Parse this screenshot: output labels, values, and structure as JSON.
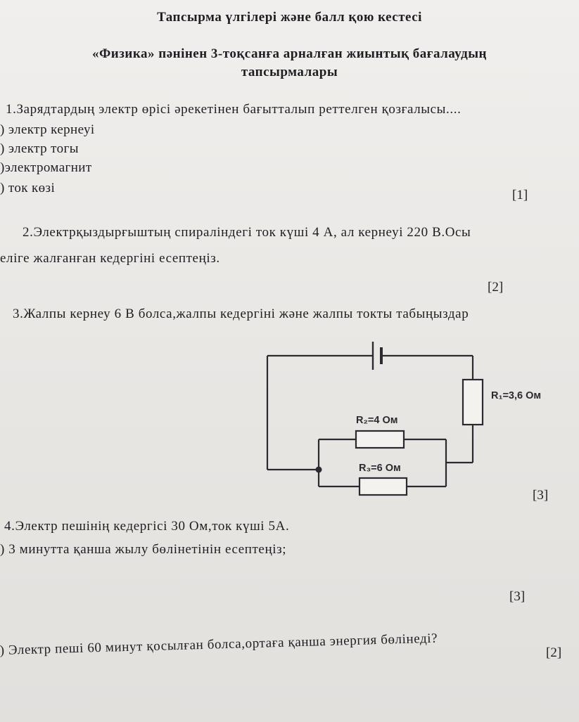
{
  "header": {
    "title": "Тапсырма үлгілері және балл қою кестесі",
    "subtitle_line1": "«Физика» пәнінен 3-тоқсанға арналған жиынтық бағалаудың",
    "subtitle_line2": "тапсырмалары"
  },
  "q1": {
    "text": "1.Зарядтардың электр өрісі әрекетінен бағытталып реттелген қозғалысы....",
    "options": [
      ") электр кернеуі",
      ") электр тогы",
      ")электромагнит",
      ") ток көзі"
    ],
    "score": "[1]"
  },
  "q2": {
    "line1": "2.Электрқыздырғыштың спиралiндегі ток күші 4 А, ал кернеуі 220 В.Осы",
    "line2": "еліге жалғанған кедергіні есептеңіз.",
    "score": "[2]"
  },
  "q3": {
    "text": "3.Жалпы кернеу 6 В болса,жалпы кедергіні және жалпы токты табыңыздар",
    "score": "[3]",
    "circuit": {
      "r1_label": "R₁=3,6 Ом",
      "r2_label": "R₂=4 Ом",
      "r3_label": "R₃=6 Ом"
    }
  },
  "q4": {
    "line1": "4.Электр пешінің кедергісі 30 Ом,ток күші 5А.",
    "part_a": ") 3 минутта қанша жылу бөлінетінін есептеңіз;",
    "score_a": "[3]",
    "part_b": ") Электр пеші 60 минут қосылған болса,ортаға қанша энергия бөлінеді?",
    "score_b": "[2]"
  }
}
